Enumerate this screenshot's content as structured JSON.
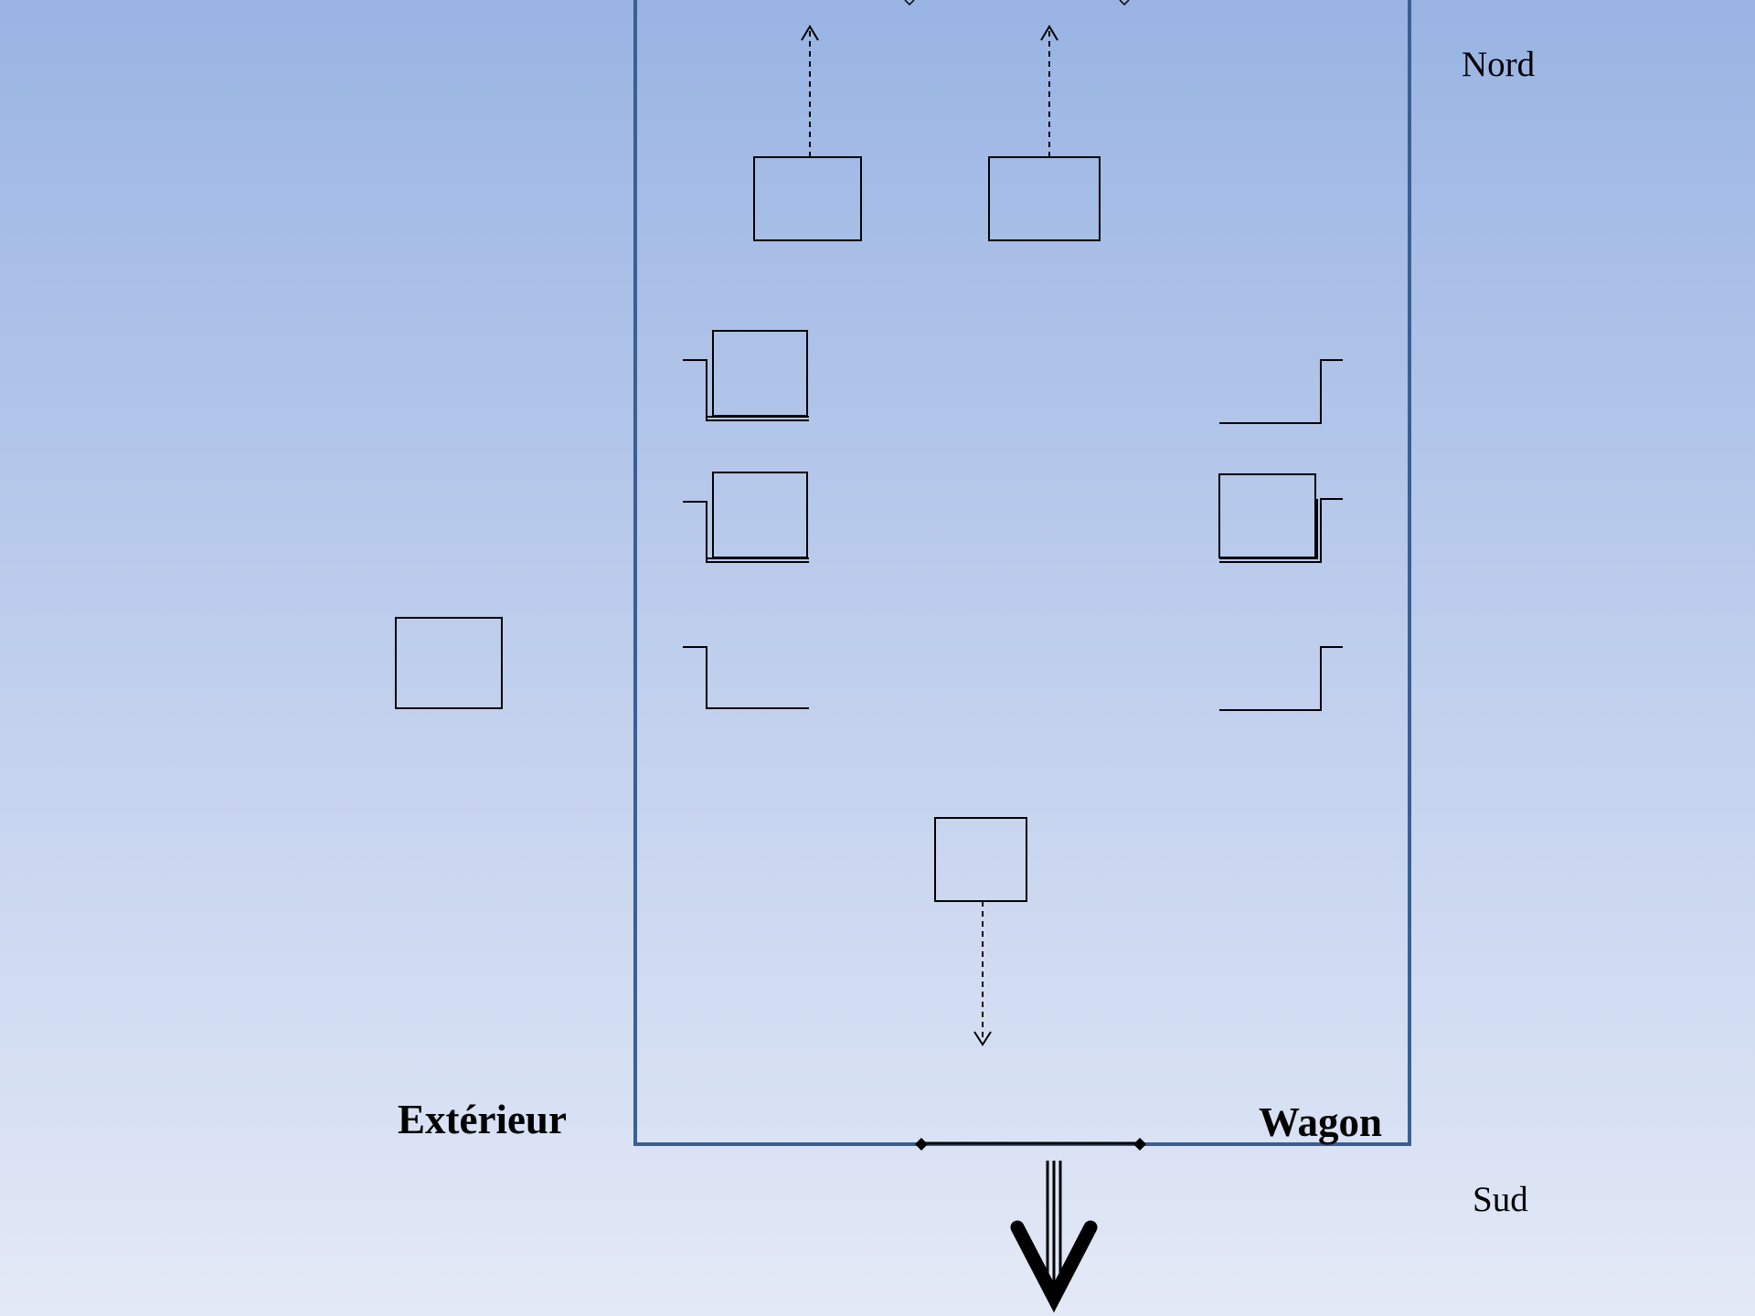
{
  "labels": {
    "north": "Nord",
    "south": "Sud",
    "exterior": "Extérieur",
    "wagon": "Wagon"
  },
  "colors": {
    "wagon_outline": "#3b5f92",
    "stroke": "#000000"
  }
}
